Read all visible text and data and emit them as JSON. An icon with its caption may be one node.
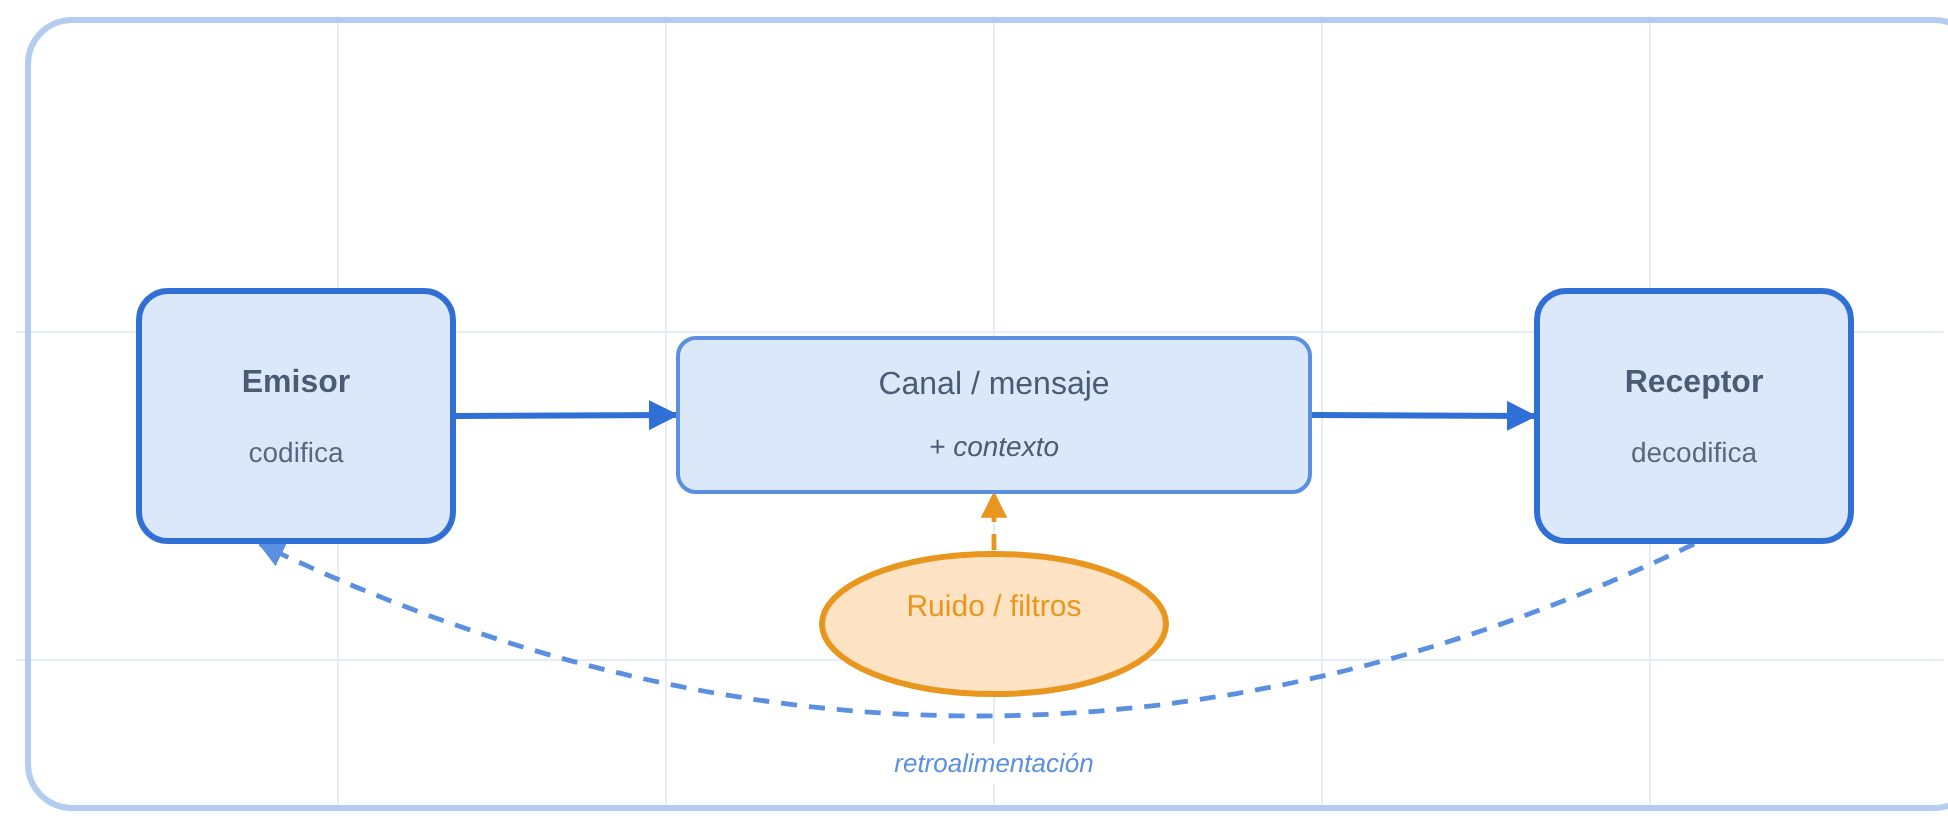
{
  "diagram": {
    "nodes": [
      {
        "text": [
          "Emisor",
          "codifica"
        ]
      },
      {
        "text": [
          "Canal / mensaje",
          "+ contexto"
        ]
      },
      {
        "text": [
          "Receptor",
          "decodifica"
        ]
      },
      {
        "text": [
          "Ruido / filtros"
        ]
      }
    ],
    "edges": [
      {
        "from": 0,
        "to": 1,
        "arrow": "to"
      },
      {
        "from": 1,
        "to": 2,
        "arrow": "to"
      },
      {
        "from": 3,
        "to": 1,
        "arrow": "to",
        "style": "dashed",
        "color": "#e8961e"
      },
      {
        "from": 2,
        "to": 0,
        "arrow": "to",
        "style": "dashed",
        "color": "#5b8fe0",
        "label": "retroalimentación"
      }
    ]
  }
}
